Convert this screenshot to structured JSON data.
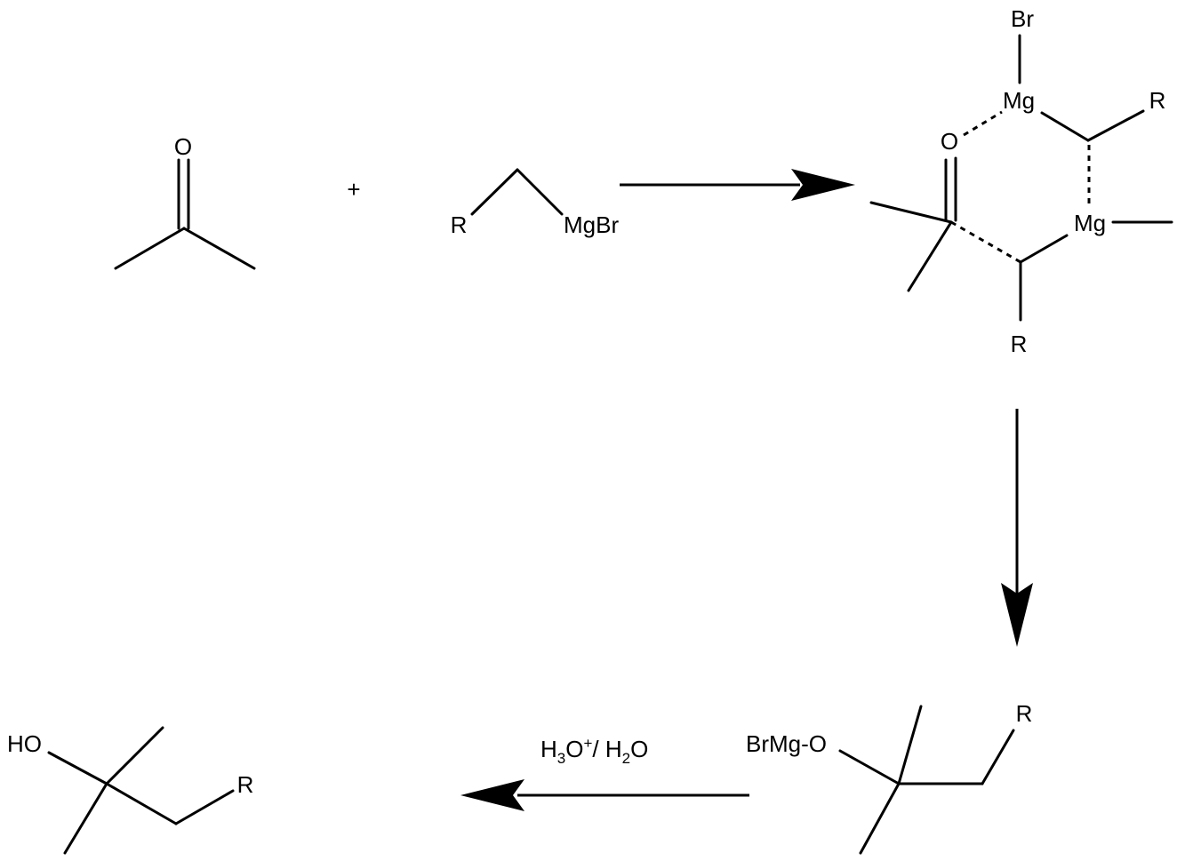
{
  "reactant_ketone": {
    "oxygen_label": "O"
  },
  "plus_sign": "+",
  "reactant_grignard": {
    "r_label": "R",
    "mgbr_label": "MgBr"
  },
  "transition_state": {
    "br_label": "Br",
    "mg_top_label": "Mg",
    "r_top_label": "R",
    "oxygen_label": "O",
    "mg_right_label": "Mg",
    "r_bottom_label": "R"
  },
  "alkoxide_intermediate": {
    "brmgo_label": "BrMg-O",
    "r_label": "R"
  },
  "workup_conditions": {
    "h": "H",
    "sub_3": "3",
    "o": "O",
    "sup_plus": "+",
    "sep": "/ H",
    "sub_2": "2",
    "o2": "O"
  },
  "product_alcohol": {
    "ho_label": "HO",
    "r_label": "R"
  },
  "colors": {
    "ink": "#000000",
    "background": "#ffffff"
  }
}
